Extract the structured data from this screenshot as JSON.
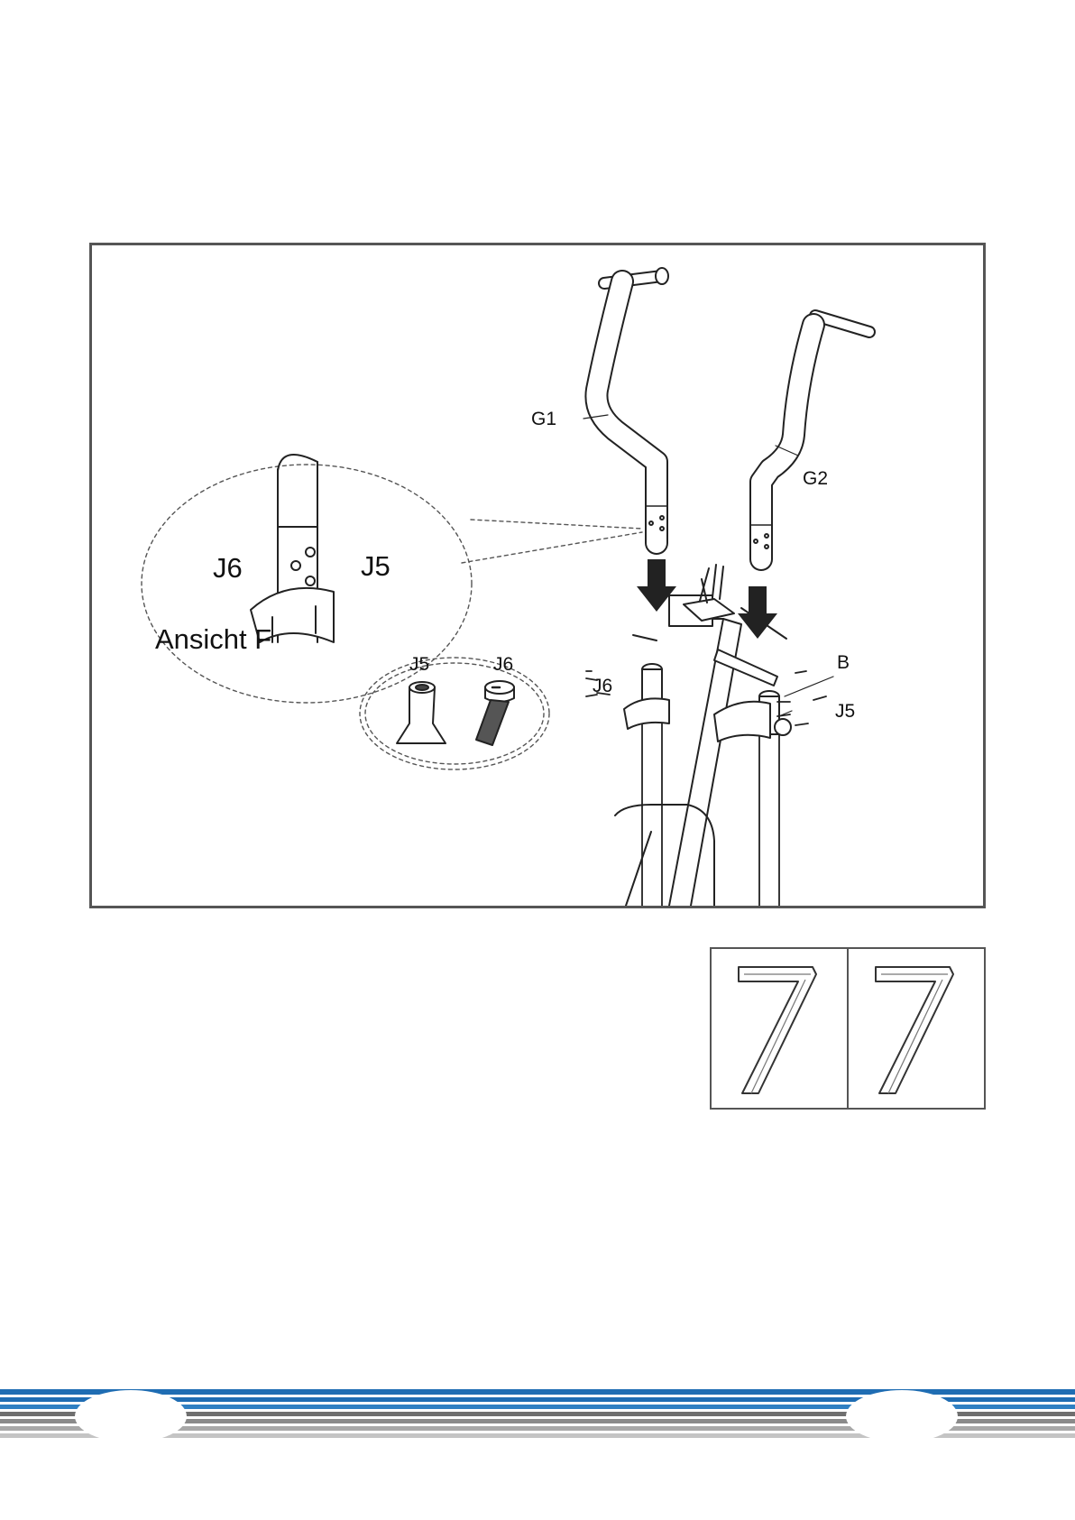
{
  "diagram": {
    "labels": {
      "g1": "G1",
      "g2": "G2",
      "b": "B",
      "j6_main": "J6",
      "j5_main": "J5",
      "zoom_j6": "J6",
      "zoom_j5": "J5",
      "view": "Ansicht F",
      "parts_j5": "J5",
      "parts_j6": "J6"
    }
  },
  "icons": {
    "hardware": [
      "sleeve-nut-icon",
      "bolt-icon"
    ],
    "tools": [
      "allen-key-icon",
      "allen-key-icon"
    ]
  },
  "colors": {
    "frame": "#555555",
    "stripe_blue": "#1f6db3",
    "stripe_gray": "#8a8a8a"
  }
}
